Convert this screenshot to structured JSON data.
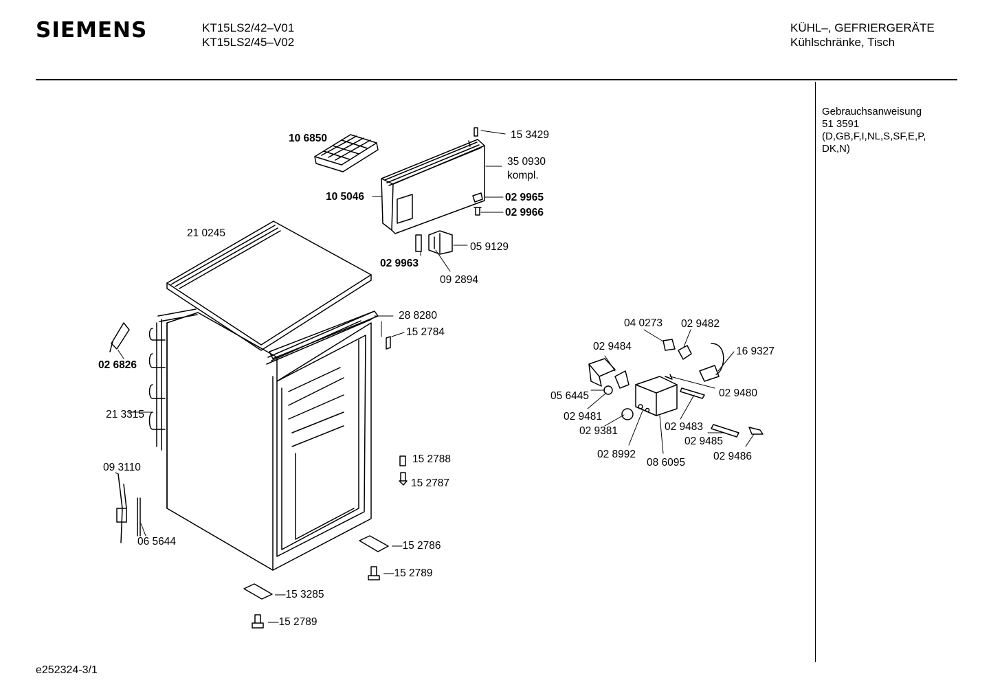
{
  "header": {
    "brand": "SIEMENS",
    "models": [
      "KT15LS2/42–V01",
      "KT15LS2/45–V02"
    ],
    "category": [
      "KÜHL–, GEFRIERGERÄTE",
      "Kühlschränke, Tisch"
    ]
  },
  "sidebar": {
    "lines": [
      "Gebrauchsanweisung",
      "51 3591",
      "(D,GB,F,I,NL,S,SF,E,P,",
      "DK,N)"
    ]
  },
  "footer": {
    "code": "e252324-3/1"
  },
  "diagram": {
    "labels": [
      {
        "text": "10 6850",
        "bold": true
      },
      {
        "text": "15 3429",
        "bold": false
      },
      {
        "text": "35 0930",
        "bold": false
      },
      {
        "text": "kompl.",
        "bold": false
      },
      {
        "text": "10 5046",
        "bold": true
      },
      {
        "text": "02 9965",
        "bold": true
      },
      {
        "text": "02 9966",
        "bold": true
      },
      {
        "text": "21 0245",
        "bold": false
      },
      {
        "text": "05 9129",
        "bold": false
      },
      {
        "text": "02 9963",
        "bold": true
      },
      {
        "text": "09 2894",
        "bold": false
      },
      {
        "text": "28 8280",
        "bold": false
      },
      {
        "text": "15 2784",
        "bold": false
      },
      {
        "text": "02 6826",
        "bold": true
      },
      {
        "text": "21 3315",
        "bold": false
      },
      {
        "text": "15 2788",
        "bold": false
      },
      {
        "text": "15 2787",
        "bold": false
      },
      {
        "text": "09 3110",
        "bold": false
      },
      {
        "text": "06 5644",
        "bold": false
      },
      {
        "text": "—15 2786",
        "bold": false
      },
      {
        "text": "—15 2789",
        "bold": false
      },
      {
        "text": "—15 3285",
        "bold": false
      },
      {
        "text": "—15 2789",
        "bold": false
      },
      {
        "text": "04 0273",
        "bold": false
      },
      {
        "text": "02 9482",
        "bold": false
      },
      {
        "text": "02 9484",
        "bold": false
      },
      {
        "text": "16 9327",
        "bold": false
      },
      {
        "text": "05 6445",
        "bold": false
      },
      {
        "text": "02 9480",
        "bold": false
      },
      {
        "text": "02 9481",
        "bold": false
      },
      {
        "text": "02 9381",
        "bold": false
      },
      {
        "text": "02 9483",
        "bold": false
      },
      {
        "text": "02 9485",
        "bold": false
      },
      {
        "text": "02 8992",
        "bold": false
      },
      {
        "text": "08 6095",
        "bold": false
      },
      {
        "text": "02 9486",
        "bold": false
      }
    ]
  }
}
